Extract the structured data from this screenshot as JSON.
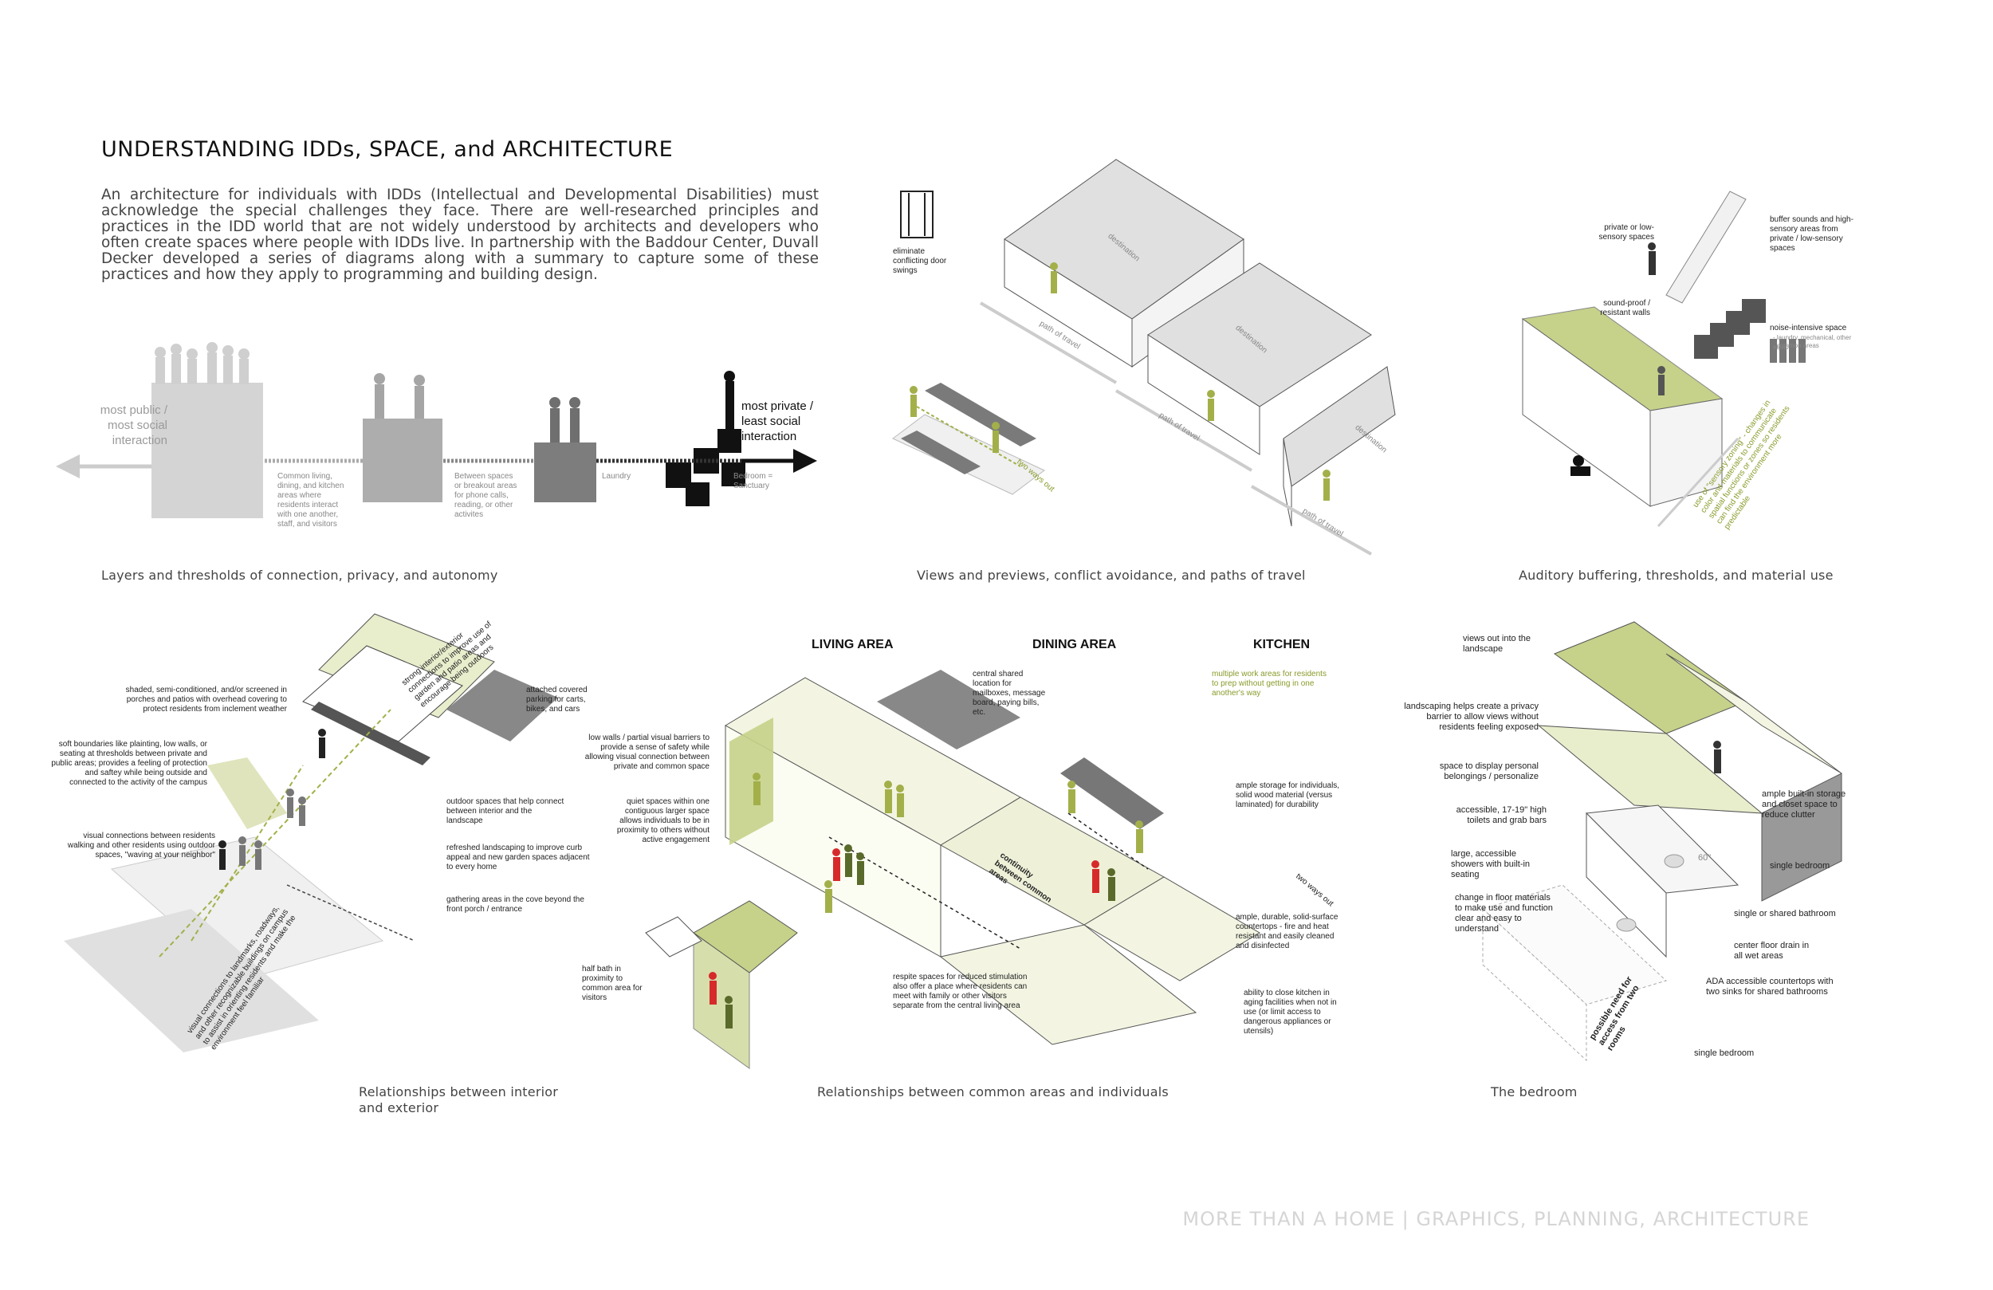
{
  "header": {
    "title": "UNDERSTANDING IDDs, SPACE, and ARCHITECTURE",
    "intro": "An architecture for individuals with IDDs (Intellectual and Developmental Disabilities) must acknowledge the special challenges they face. There are well-researched principles and practices in the IDD world that are not widely understood by architects and developers who often create spaces where people with IDDs live. In partnership with the Baddour Center, Duvall Decker developed a series of diagrams along with a summary to capture some of these practices and how they apply to programming and building design."
  },
  "layers": {
    "left_label": "most public / most social interaction",
    "right_label": "most private / least social interaction",
    "notes": [
      "Common living, dining, and kitchen areas where residents interact with one another, staff, and visitors",
      "Between spaces or breakout areas for phone calls, reading, or other activites",
      "Laundry",
      "Bedroom = Sanctuary"
    ],
    "caption": "Layers and thresholds of connection, privacy, and autonomy"
  },
  "views": {
    "notes": [
      "eliminate conflicting door swings",
      "two ways out"
    ],
    "destination": "destination",
    "path": "path of travel",
    "caption": "Views and previews, conflict avoidance, and paths of travel"
  },
  "auditory": {
    "notes": [
      "private or low-sensory spaces",
      "buffer sounds and high-sensory areas from private / low-sensory spaces",
      "sound-proof / resistant walls",
      "noise-intensive space",
      "- laundry, mechanical, other equip.",
      "- common areas"
    ],
    "lime_note": "use of \"sensory zoning\" - changes in color and materials to communicate spatial functions or zones so residents can find the environment more predictable",
    "caption": "Auditory buffering, thresholds, and material use"
  },
  "interior": {
    "lime_note": "strong interior/exterior connections to improve use of garden and patio areas and encourage being outdoors",
    "notes": [
      "shaded, semi-conditioned, and/or screened in porches and patios with overhead covering to protect residents from inclement weather",
      "attached covered parking for carts, bikes, and cars",
      "soft boundaries like plainting, low walls, or seating at thresholds between private and public areas; provides a feeling of protection and saftey while being outside and connected to the activity of the campus",
      "outdoor spaces that help connect between interior and the landscape",
      "visual connections between residents walking and other residents using outdoor spaces, \"waving at your neighbor\"",
      "refreshed landscaping to improve curb appeal and new garden spaces adjacent to every home",
      "gathering areas in the cove beyond the front porch / entrance",
      "visual connections to landmarks, roadways, and other recognizable buildings on campus to assist in orienting residents and make the environment feel familiar"
    ],
    "caption": "Relationships between interior and exterior"
  },
  "common": {
    "heads": [
      "LIVING AREA",
      "DINING AREA",
      "KITCHEN"
    ],
    "lime_note": "multiple work areas for residents to prep without getting in one another's way",
    "notes": [
      "central shared location for mailboxes, message board, paying bills, etc.",
      "low walls / partial visual barriers to provide a sense of safety while allowing visual connection between private and common space",
      "quiet spaces within one contiguous larger space allows individuals to be in proximity to others without active engagement",
      "ample storage for individuals, solid wood material (versus laminated) for durability",
      "continuity between common areas",
      "two ways out",
      "ample, durable, solid-surface countertops - fire and heat resistant and easily cleaned and disinfected",
      "half bath in proximity to common area for visitors",
      "respite spaces for reduced stimulation also offer a place where residents can meet with family or other visitors separate from the central living area",
      "ability to close kitchen in aging facilities when not in use (or limit access to dangerous appliances or utensils)"
    ],
    "caption": "Relationships between common areas and individuals"
  },
  "bedroom": {
    "notes": [
      "views out into the landscape",
      "landscaping helps create a privacy barrier to allow views without residents feeling exposed",
      "space to display personal belongings / personalize",
      "accessible, 17-19\" high toilets and grab bars",
      "ample built-in storage and closet space to reduce clutter",
      "single bedroom",
      "large, accessible showers with built-in seating",
      "single or shared bathroom",
      "change in floor materials to make use and function clear and easy to understand",
      "center floor drain in all wet areas",
      "ADA accessible countertops with two sinks for shared bathrooms",
      "possible need for access from two rooms",
      "single bedroom"
    ],
    "dim": "60\"",
    "caption": "The bedroom"
  },
  "footer": "MORE THAN A HOME  |  GRAPHICS, PLANNING, ARCHITECTURE",
  "colors": {
    "lime": "#c6d18a",
    "lime_dark": "#a3b04a",
    "grey": "#b9b9b9",
    "dark": "#3d3d3d",
    "red": "#d62a2a"
  }
}
